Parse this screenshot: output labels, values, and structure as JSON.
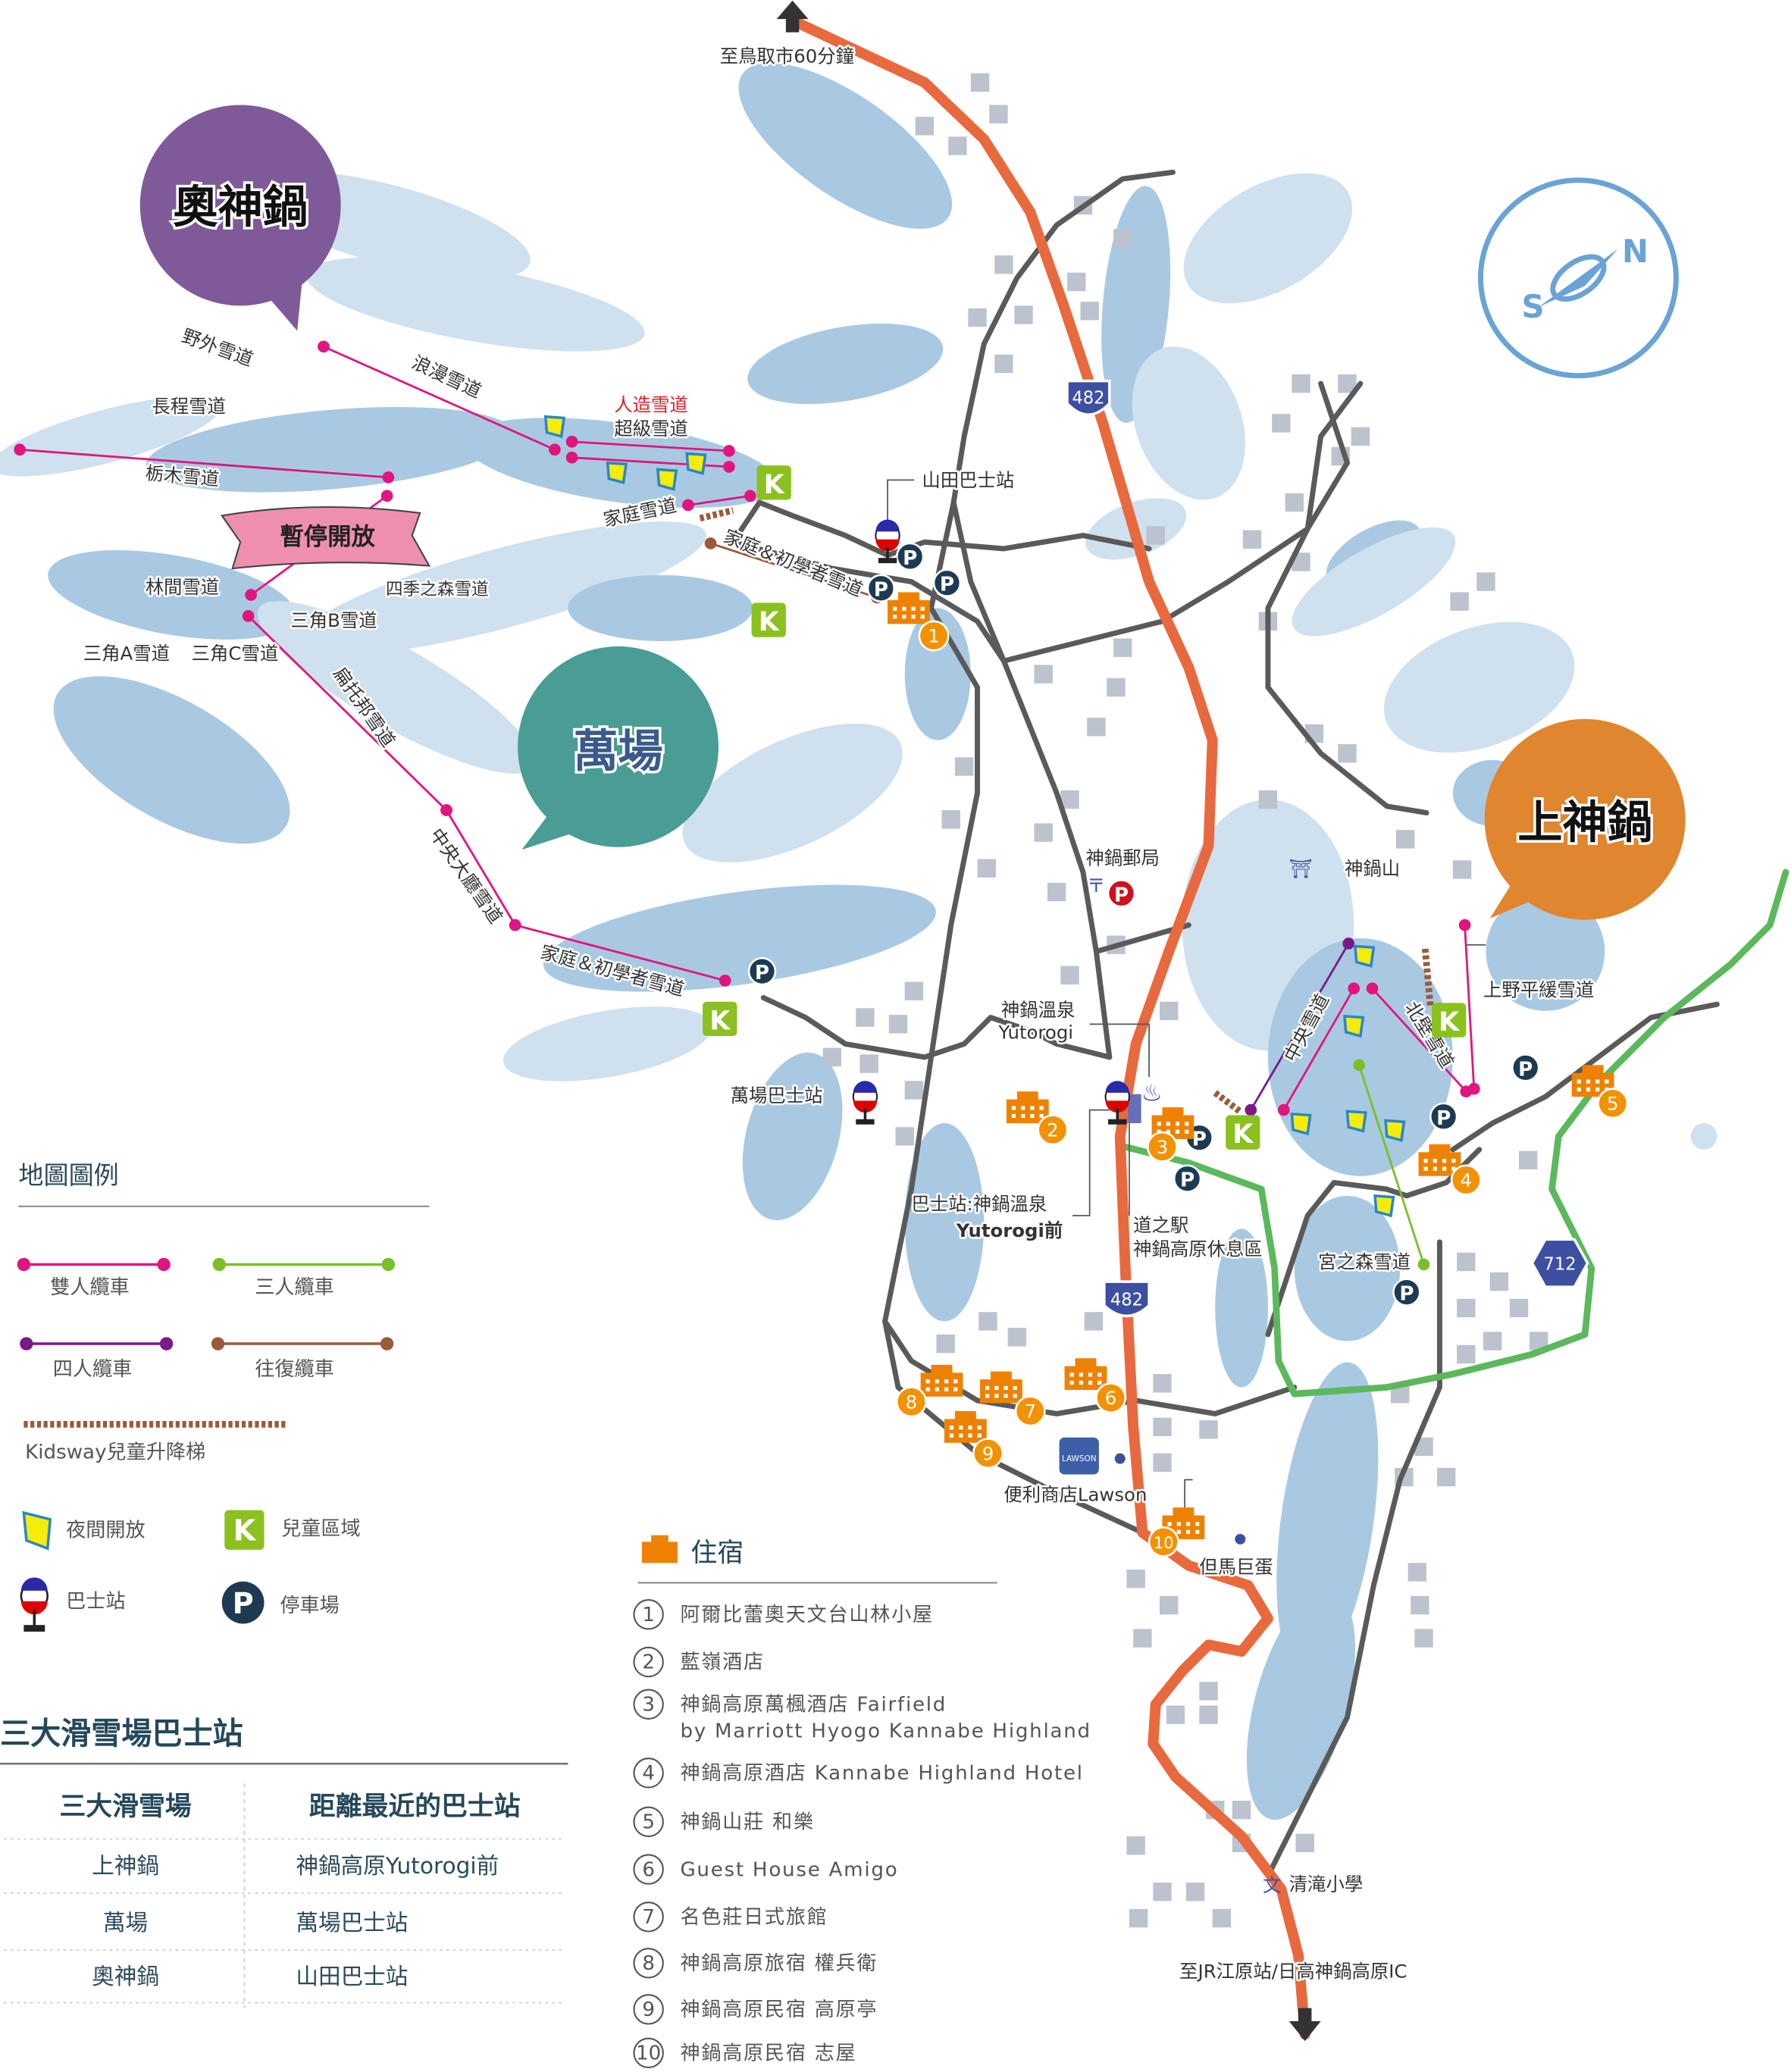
{
  "colors": {
    "route": "#e8693e",
    "green_road": "#5cb85c",
    "road": "#5a5a5a",
    "snow_dark": "#a9c9e2",
    "snow_light": "#cfe0ee",
    "building": "#bcc3ce",
    "okukannabe": "#7f5a99",
    "banba": "#4a9d94",
    "kamikannabe": "#e0862e",
    "double_lift": "#e0157f",
    "triple_lift": "#7abf2a",
    "quad_lift": "#7a1a8a",
    "gondola": "#9b5a3a",
    "kids": "#8bc11e",
    "parking": "#1d3a52",
    "hotel": "#ee8200",
    "compass": "#6aa3d5"
  },
  "map": {
    "resorts": {
      "okukannabe": "奧神鍋",
      "banba": "萬場",
      "kamikannabe": "上神鍋"
    },
    "compass": {
      "south": "S",
      "north": "N"
    },
    "route_shields": [
      "482",
      "482",
      "712"
    ],
    "glyphs": {
      "parking": "P",
      "kids": "K",
      "post": "〒",
      "shrine": "⛩",
      "school": "文"
    },
    "labels": {
      "to_tottori": "至鳥取市60分鐘",
      "to_jr": "至JR江原站/日高神鍋高原IC",
      "yagai": "野外雪道",
      "chotei": "長程雪道",
      "roman": "浪漫雪道",
      "jinzo": "人造雪道",
      "super": "超級雪道",
      "tochigi": "栃木雪道",
      "family": "家庭雪道",
      "yamada_bus": "山田巴士站",
      "suspended": "暫停開放",
      "shiki": "四季之森雪道",
      "rinkan": "林間雪道",
      "sankaku_b": "三角B雪道",
      "sankaku_a": "三角A雪道",
      "sankaku_c": "三角C雪道",
      "family_beginner_1": "家庭＆初學者雪道",
      "utopia": "扁托邦雪道",
      "central_hall": "中央大廳雪道",
      "family_beginner_2": "家庭＆初學者雪道",
      "banba_bus": "萬場巴士站",
      "post_office": "神鍋郵局",
      "mt_kannabe": "神鍋山",
      "onsen_1": "神鍋溫泉",
      "onsen_2": "Yutorogi",
      "chuo": "中央雪道",
      "hokuheki": "北壁雪道",
      "uenodaira": "上野平緩雪道",
      "bus_onsen_1": "巴士站:神鍋溫泉",
      "bus_onsen_2": "Yutorogi前",
      "michinoeki_1": "道之駅",
      "michinoeki_2": "神鍋高原休息區",
      "miyanomori": "宮之森雪道",
      "lawson": "便利商店Lawson",
      "lawson_sign": "LAWSON",
      "tajima_dome": "但馬巨蛋",
      "kiyotaki_school": "清滝小學"
    }
  },
  "legend": {
    "title": "地圖圖例",
    "double_lift": "雙人纜車",
    "triple_lift": "三人纜車",
    "quad_lift": "四人纜車",
    "gondola": "往復纜車",
    "kidsway": "Kidsway兒童升降梯",
    "night": "夜間開放",
    "kids_area": "兒童區域",
    "bus_stop": "巴士站",
    "parking": "停車場"
  },
  "bus_table": {
    "title": "三大滑雪場巴士站",
    "headers": [
      "三大滑雪場",
      "距離最近的巴士站"
    ],
    "rows": [
      [
        "上神鍋",
        "神鍋高原Yutorogi前"
      ],
      [
        "萬場",
        "萬場巴士站"
      ],
      [
        "奧神鍋",
        "山田巴士站"
      ]
    ]
  },
  "lodging": {
    "title": "住宿",
    "items": [
      {
        "num": "1",
        "name": "阿爾比蕾奧天文台山林小屋"
      },
      {
        "num": "2",
        "name": "藍嶺酒店"
      },
      {
        "num": "3",
        "name": "神鍋高原萬楓酒店 Fairfield",
        "name2": "by Marriott Hyogo Kannabe Highland"
      },
      {
        "num": "4",
        "name": "神鍋高原酒店 Kannabe Highland Hotel"
      },
      {
        "num": "5",
        "name": "神鍋山莊 和樂"
      },
      {
        "num": "6",
        "name": "Guest House Amigo"
      },
      {
        "num": "7",
        "name": "名色莊日式旅館"
      },
      {
        "num": "8",
        "name": "神鍋高原旅宿 權兵衛"
      },
      {
        "num": "9",
        "name": "神鍋高原民宿 高原亭"
      },
      {
        "num": "10",
        "name": "神鍋高原民宿 志屋"
      }
    ]
  }
}
